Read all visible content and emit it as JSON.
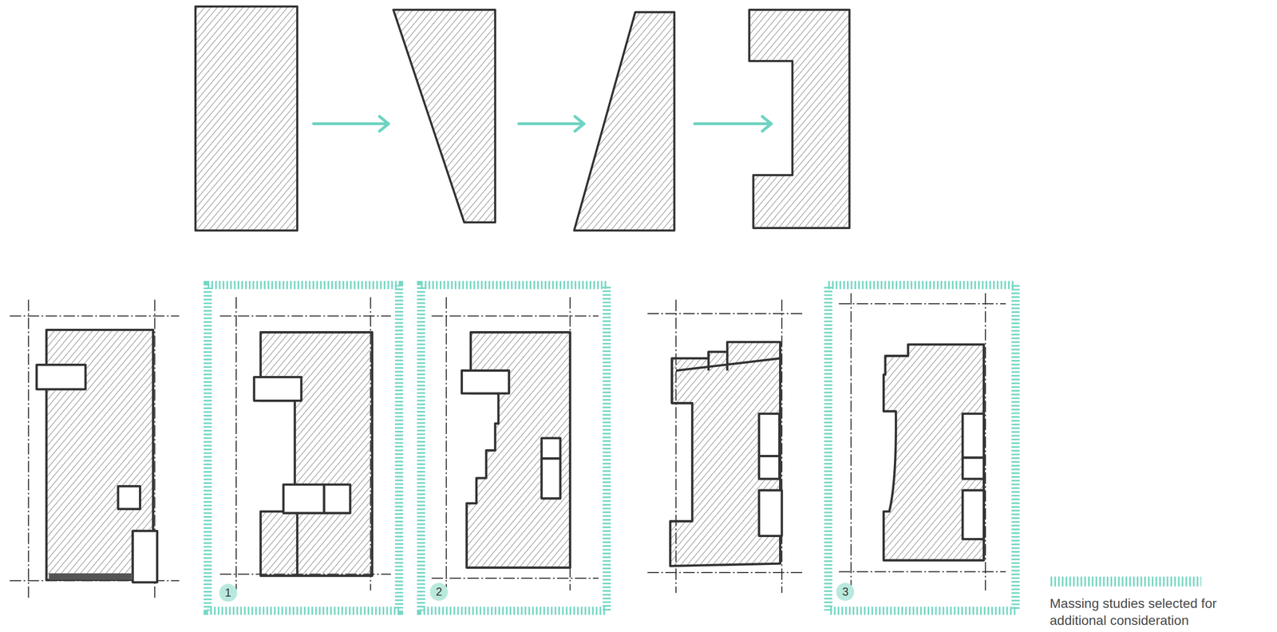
{
  "diagram": {
    "nodes": [
      {
        "text": [
          "1"
        ]
      },
      {
        "text": [
          "2"
        ]
      },
      {
        "text": [
          "3"
        ]
      }
    ],
    "legend": [
      {
        "text": "Massing studies selected for additional consideration"
      }
    ]
  }
}
